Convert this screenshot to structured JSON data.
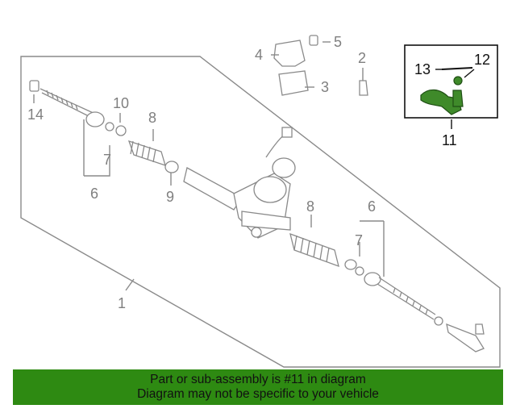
{
  "callouts": {
    "c1": "1",
    "c2": "2",
    "c3": "3",
    "c4": "4",
    "c5": "5",
    "c6a": "6",
    "c6b": "6",
    "c7a": "7",
    "c7b": "7",
    "c8a": "8",
    "c8b": "8",
    "c9": "9",
    "c10": "10",
    "c11": "11",
    "c12": "12",
    "c13": "13",
    "c14": "14"
  },
  "highlighted_part": "11",
  "colors": {
    "banner_bg": "#2e8a12",
    "highlight_part": "#3f8a2a",
    "line_gray": "#8a8a8a"
  },
  "banner": {
    "line1": "Part or sub-assembly is #11 in diagram",
    "line2": "Diagram may not be specific to your vehicle"
  }
}
